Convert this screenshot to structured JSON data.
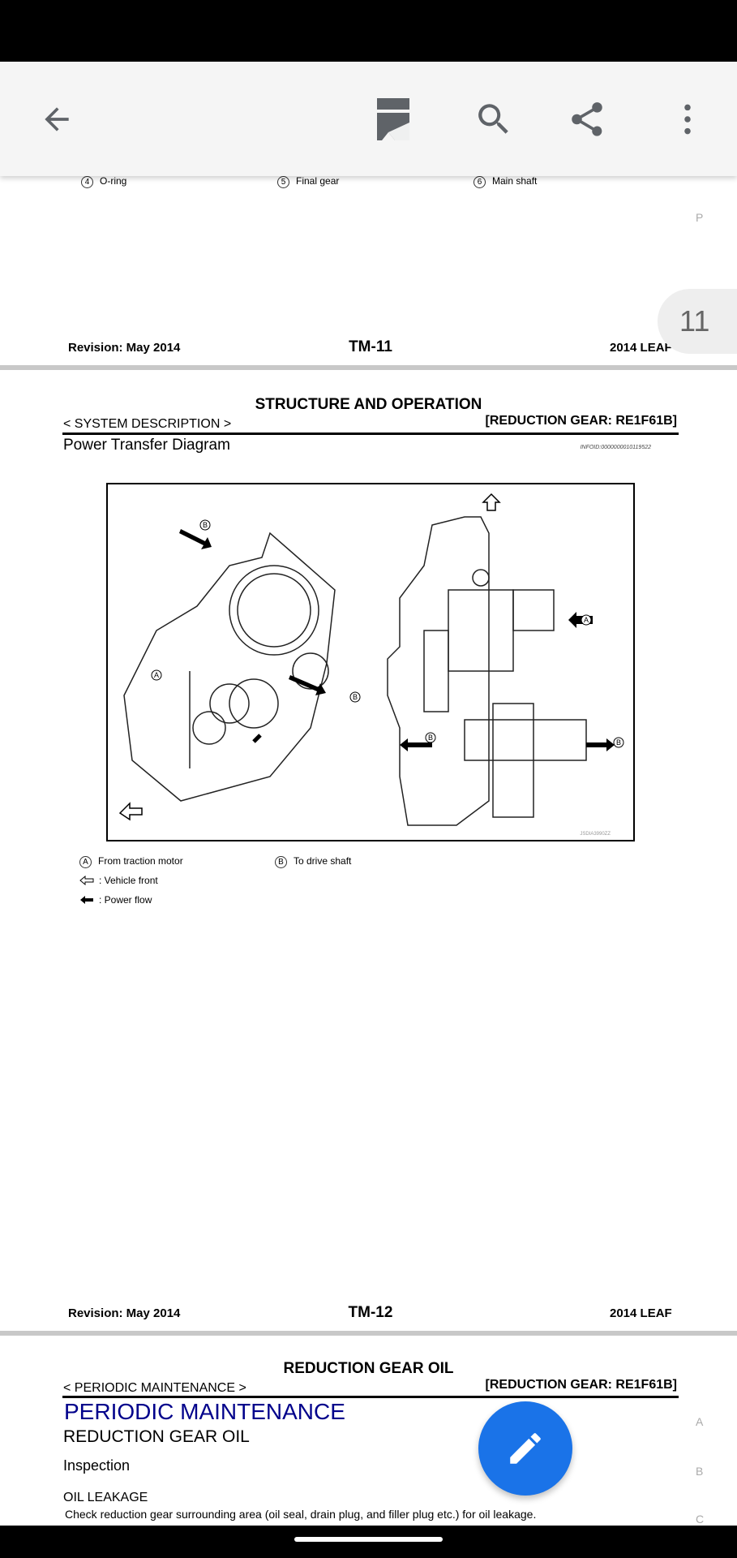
{
  "toolbar": {
    "icons": [
      "back-arrow-icon",
      "bookmark-icon",
      "search-icon",
      "share-icon",
      "more-vert-icon"
    ]
  },
  "page_badge": "11",
  "page11": {
    "legend": [
      {
        "num": "4",
        "label": "O-ring"
      },
      {
        "num": "5",
        "label": "Final gear"
      },
      {
        "num": "6",
        "label": "Main shaft"
      }
    ],
    "side_letter": "P",
    "footer": {
      "revision": "Revision: May 2014",
      "page": "TM-11",
      "model": "2014 LEAF"
    }
  },
  "page12": {
    "title": "STRUCTURE AND OPERATION",
    "section": "< SYSTEM DESCRIPTION >",
    "gear": "[REDUCTION GEAR: RE1F61B]",
    "heading": "Power Transfer Diagram",
    "infoid": "INFOID:0000000010119522",
    "diagram": {
      "label_a": "A",
      "label_b": "B",
      "code": "JSDIA3990ZZ"
    },
    "legend": {
      "a_letter": "A",
      "a": "From traction motor",
      "b_letter": "B",
      "b": "To drive shaft",
      "front": ": Vehicle front",
      "flow": ": Power flow"
    },
    "footer": {
      "revision": "Revision: May 2014",
      "page": "TM-12",
      "model": "2014 LEAF"
    }
  },
  "page13": {
    "title": "REDUCTION GEAR OIL",
    "section": "< PERIODIC MAINTENANCE >",
    "gear": "[REDUCTION GEAR: RE1F61B]",
    "heading_blue": "PERIODIC MAINTENANCE",
    "subheading": "REDUCTION GEAR OIL",
    "sub2": "Inspection",
    "sub3": "OIL LEAKAGE",
    "body": "Check reduction gear surrounding area (oil seal, drain plug, and filler plug etc.) for oil leakage.",
    "side_letters": [
      "A",
      "B",
      "C"
    ]
  },
  "colors": {
    "fab": "#1a73e8",
    "heading_blue": "#00008b"
  }
}
